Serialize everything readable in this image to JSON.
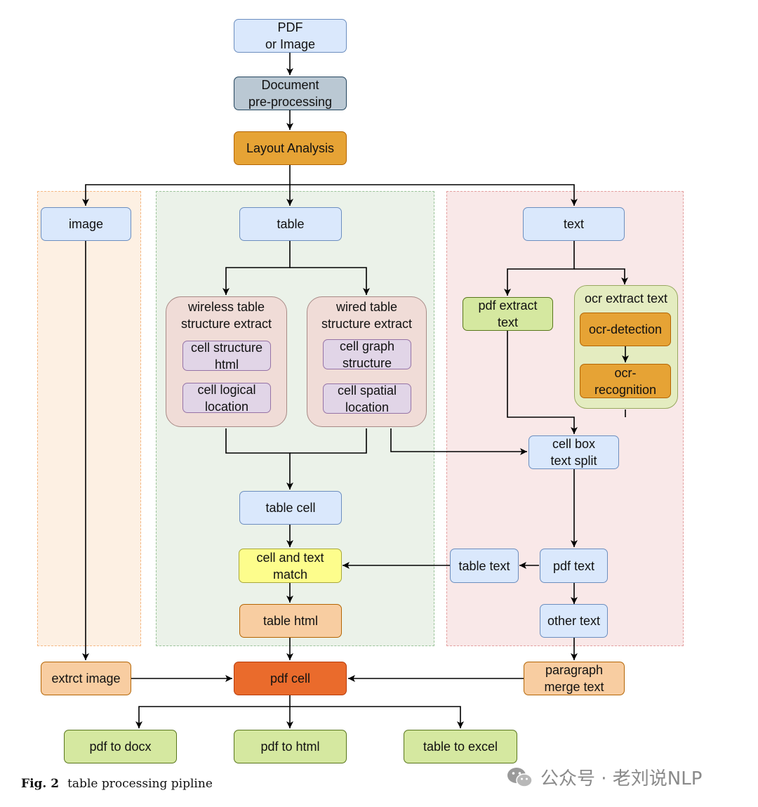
{
  "colors": {
    "blue_fill": "#dae8fc",
    "blue_stroke": "#6c8ebf",
    "slate_fill": "#bac8d3",
    "slate_stroke": "#23445d",
    "orange_fill": "#e6a335",
    "orange_stroke": "#b46504",
    "peach_fill": "#f8cda1",
    "peach_stroke": "#b46504",
    "green_fill": "#d5e8a0",
    "green_stroke": "#58761b",
    "yellow_fill": "#fdfd8c",
    "yellow_stroke": "#a8a83a",
    "red_fill": "#ea6b2c",
    "red_stroke": "#b83b0a",
    "purple_fill": "#e1d5e7",
    "purple_stroke": "#9673a6",
    "group_fill": "#f0dcd7",
    "group_stroke": "#a88a86",
    "ocr_group_fill": "#e4ecc0",
    "ocr_group_stroke": "#98a860",
    "region_image_fill": "#fdf0e3",
    "region_image_stroke": "#f5b985",
    "region_table_fill": "#ebf2e9",
    "region_table_stroke": "#9cc49a",
    "region_text_fill": "#f9e8e8",
    "region_text_stroke": "#e4a0a0"
  },
  "nodes": {
    "pdf_or_image": "PDF\nor Image",
    "document_preprocessing": "Document\npre-processing",
    "layout_analysis": "Layout Analysis",
    "image": "image",
    "table": "table",
    "text": "text",
    "wireless_group_title": "wireless table\nstructure extract",
    "cell_structure_html": "cell structure\nhtml",
    "cell_logical_location": "cell logical\nlocation",
    "wired_group_title": "wired table\nstructure extract",
    "cell_graph_structure": "cell graph\nstructure",
    "cell_spatial_location": "cell spatial\nlocation",
    "pdf_extract_text": "pdf extract\ntext",
    "ocr_group_title": "ocr extract text",
    "ocr_detection": "ocr-detection",
    "ocr_recognition": "ocr-\nrecognition",
    "cell_box_text_split": "cell box\ntext split",
    "table_cell": "table cell",
    "cell_and_text_match": "cell and text\nmatch",
    "table_text": "table text",
    "pdf_text": "pdf text",
    "table_html": "table html",
    "other_text": "other text",
    "extract_image": "extrct image",
    "pdf_cell": "pdf cell",
    "paragraph_merge_text": "paragraph\nmerge text",
    "pdf_to_docx": "pdf to docx",
    "pdf_to_html": "pdf to html",
    "table_to_excel": "table to excel"
  },
  "caption": {
    "label": "Fig. 2",
    "text": "table processing pipline"
  },
  "watermark": {
    "text": "公众号 · 老刘说NLP",
    "icon": "wechat-icon"
  }
}
